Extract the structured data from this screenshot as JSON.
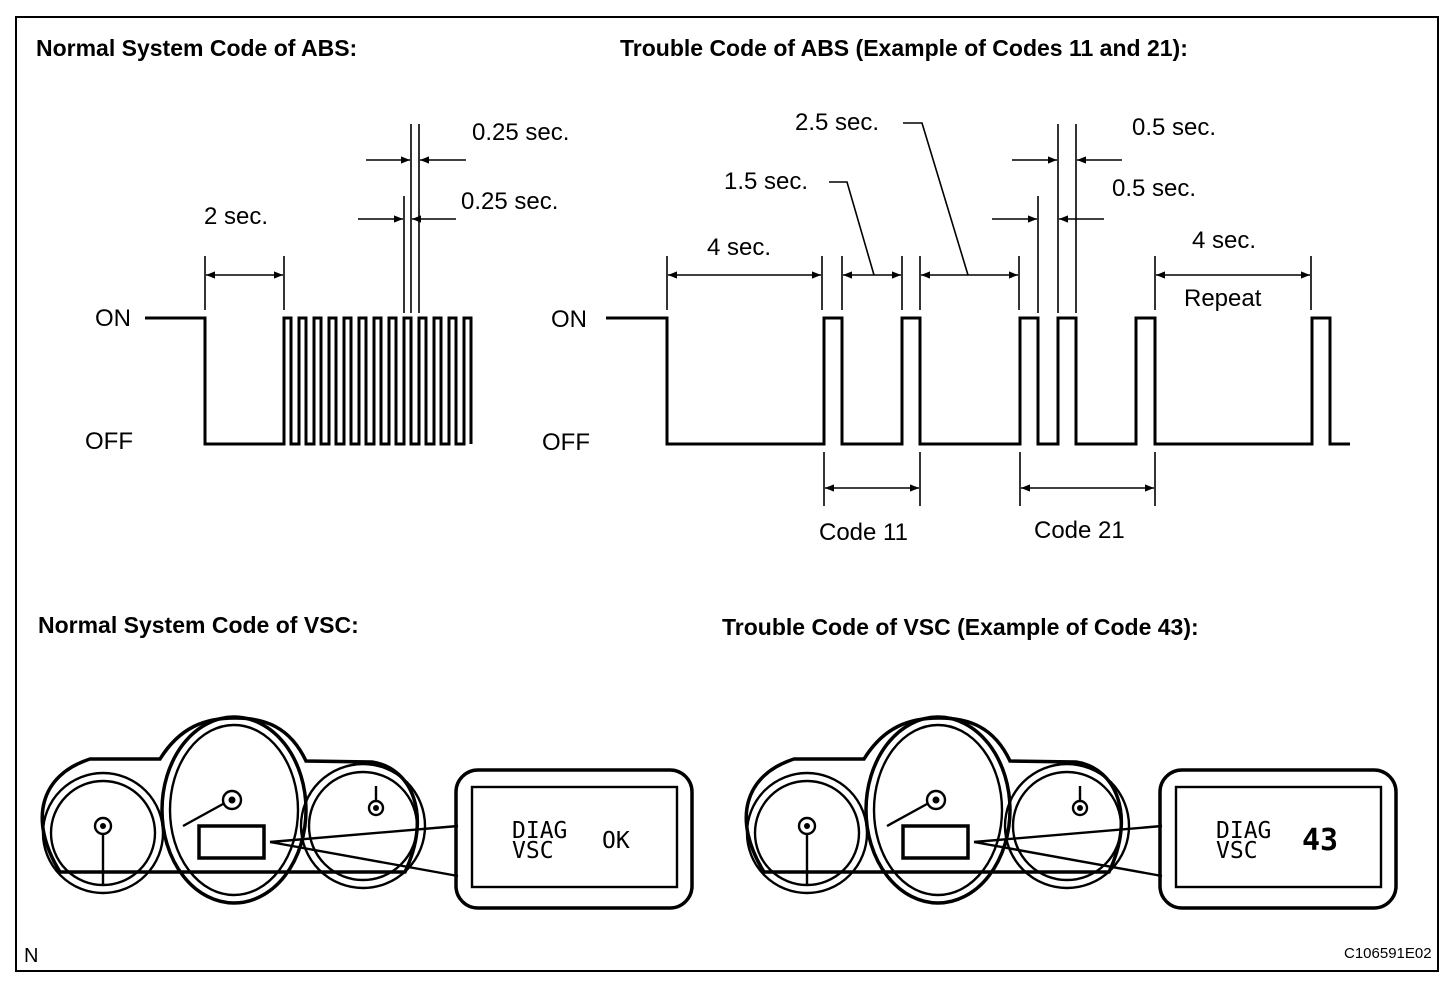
{
  "frame": {
    "corner_mark": "N",
    "figure_id": "C106591E02"
  },
  "abs_normal": {
    "title": "Normal System Code of ABS:",
    "on_label": "ON",
    "off_label": "OFF",
    "dim_2sec": "2 sec.",
    "dim_on_pulse": "0.25 sec.",
    "dim_off_gap": "0.25 sec."
  },
  "abs_trouble": {
    "title": "Trouble Code of ABS (Example of Codes 11 and 21):",
    "on_label": "ON",
    "off_label": "OFF",
    "dim_4sec_start": "4 sec.",
    "dim_1_5sec": "1.5 sec.",
    "dim_2_5sec": "2.5 sec.",
    "dim_0_5sec_on": "0.5 sec.",
    "dim_0_5sec_off": "0.5 sec.",
    "dim_4sec_repeat": "4 sec.",
    "repeat_label": "Repeat",
    "code_11_label": "Code 11",
    "code_21_label": "Code 21"
  },
  "vsc_normal": {
    "title": "Normal System Code of VSC:",
    "display_line1": "DIAG",
    "display_line2": "VSC",
    "display_value": "OK"
  },
  "vsc_trouble": {
    "title": "Trouble Code of VSC (Example of Code 43):",
    "display_line1": "DIAG",
    "display_line2": "VSC",
    "display_value": "43"
  }
}
